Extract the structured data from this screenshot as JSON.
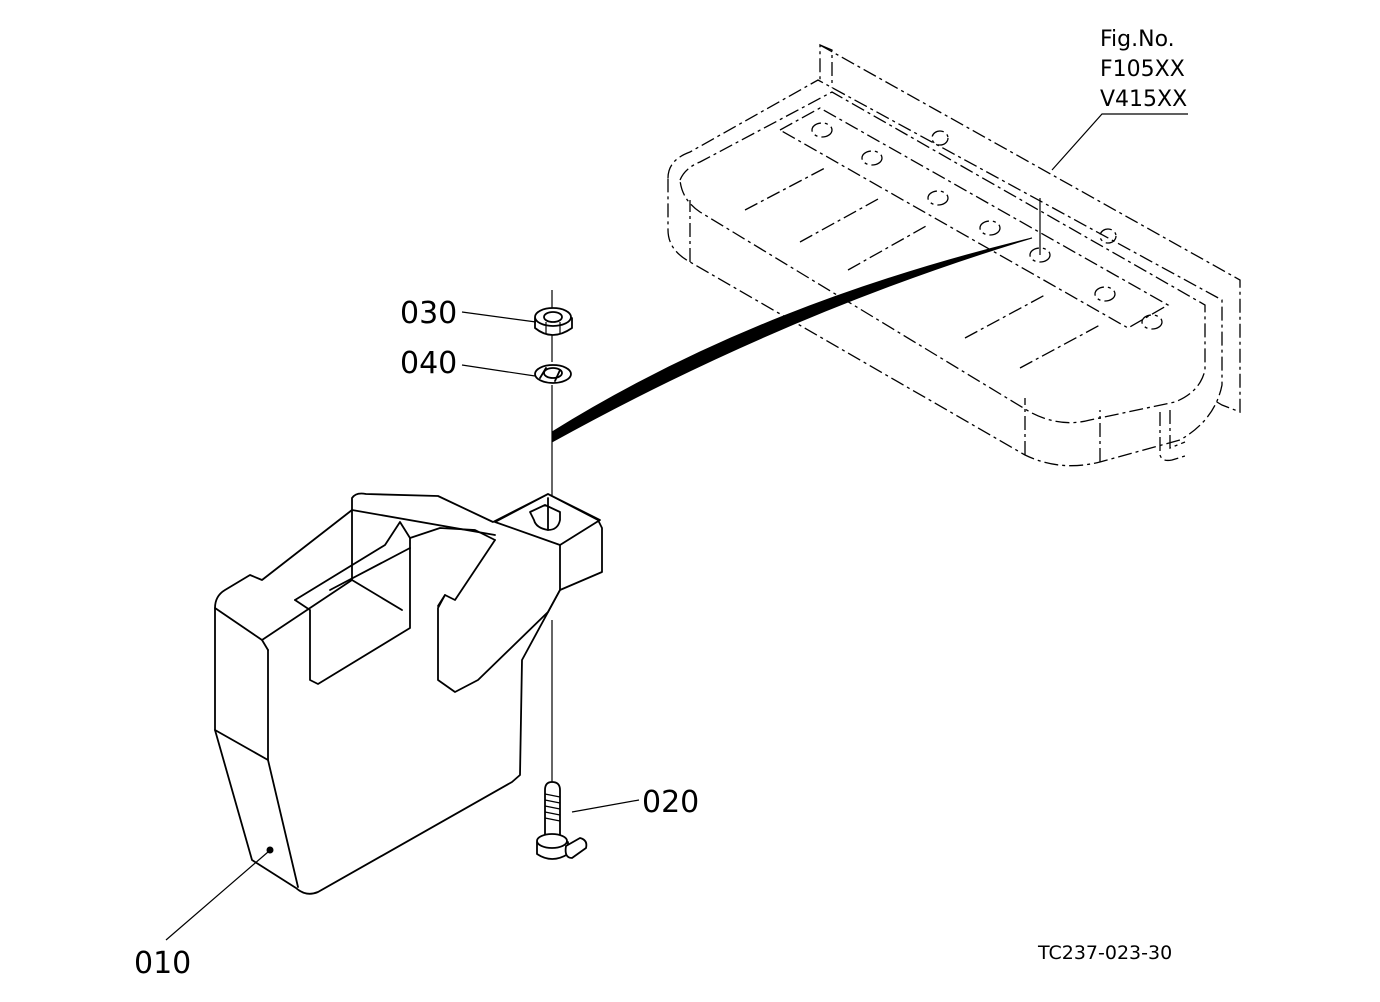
{
  "figure": {
    "fig_no_label": "Fig.No.",
    "fig_model_1": "F105XX",
    "fig_model_2": "V415XX",
    "drawing_code": "TC237-023-30"
  },
  "parts": [
    {
      "ref": "010"
    },
    {
      "ref": "020"
    },
    {
      "ref": "030"
    },
    {
      "ref": "040"
    }
  ]
}
